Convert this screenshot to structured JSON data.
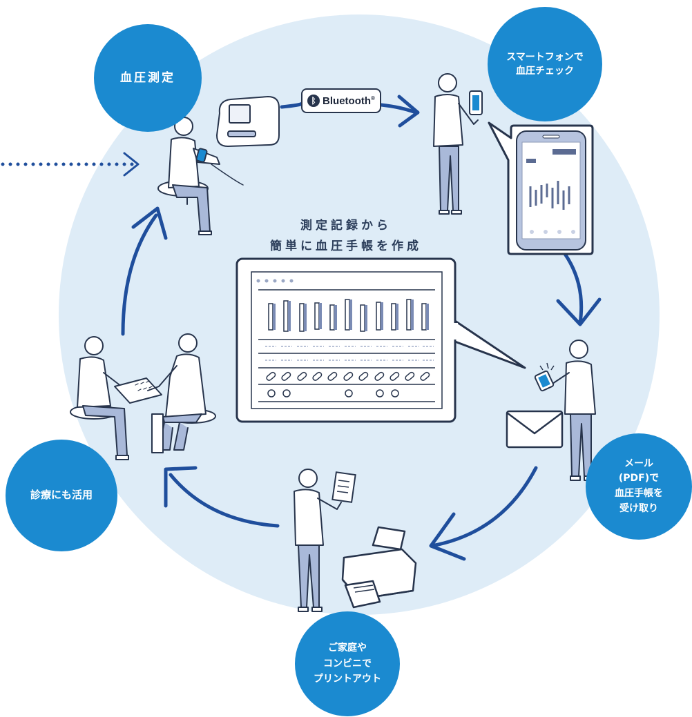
{
  "badges": {
    "measure": "血圧測定",
    "smartphone": [
      "スマートフォンで",
      "血圧チェック"
    ],
    "mail": [
      "メール",
      "(PDF)で",
      "血圧手帳を",
      "受け取り"
    ],
    "print": [
      "ご家庭や",
      "コンビニで",
      "プリントアウト"
    ],
    "clinic": "診療にも活用"
  },
  "center_caption": [
    "測定記録から",
    "簡単に血圧手帳を作成"
  ],
  "bluetooth": {
    "label": "Bluetooth",
    "mark": "®"
  },
  "colors": {
    "badge": "#1b8ad0",
    "background_circle": "#deecf7",
    "arrow": "#1f4e9c",
    "line": "#27344c",
    "pants": "#a9b9d9"
  },
  "icons": [
    "blood-pressure-monitor-icon",
    "bluetooth-icon",
    "smartphone-icon",
    "envelope-icon",
    "printer-icon",
    "document-icon",
    "pill-icon"
  ]
}
